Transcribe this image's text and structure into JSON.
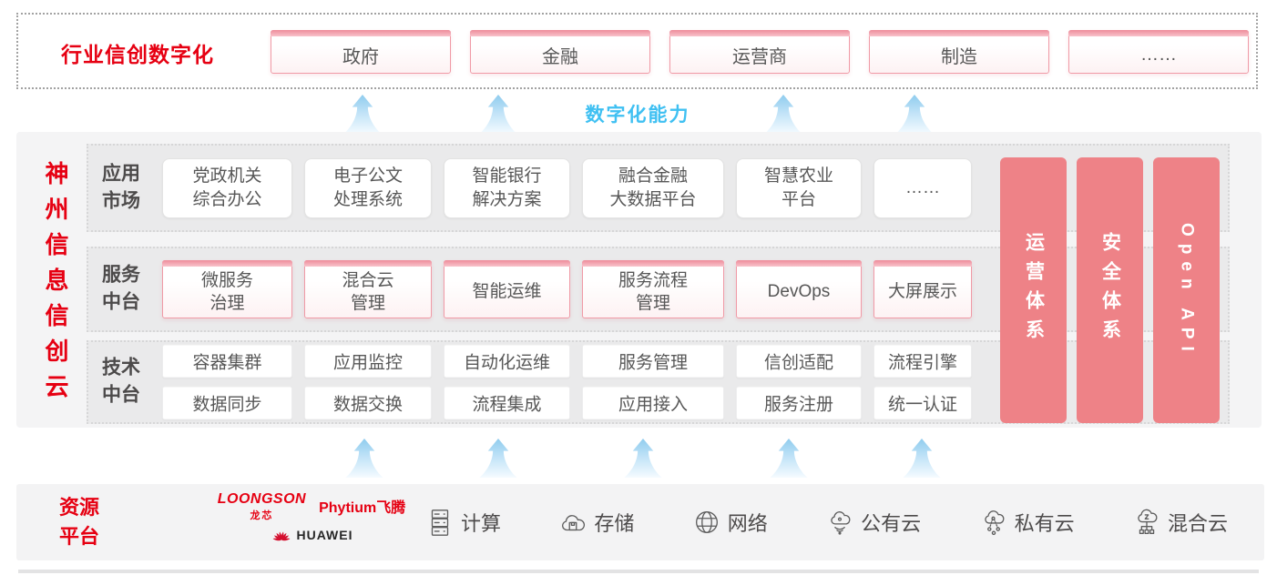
{
  "header": {
    "title": "行业信创数字化",
    "industries": [
      "政府",
      "金融",
      "运营商",
      "制造",
      "……"
    ]
  },
  "capability_label": "数字化能力",
  "platform": {
    "title": "神州信息信创云",
    "app_market": {
      "label": "应用\n市场",
      "items": [
        "党政机关\n综合办公",
        "电子公文\n处理系统",
        "智能银行\n解决方案",
        "融合金融\n大数据平台",
        "智慧农业\n平台",
        "……"
      ]
    },
    "service_platform": {
      "label": "服务\n中台",
      "items": [
        "微服务\n治理",
        "混合云\n管理",
        "智能运维",
        "服务流程\n管理",
        "DevOps",
        "大屏展示"
      ]
    },
    "tech_platform": {
      "label": "技术\n中台",
      "row1": [
        "容器集群",
        "应用监控",
        "自动化运维",
        "服务管理",
        "信创适配",
        "流程引擎"
      ],
      "row2": [
        "数据同步",
        "数据交换",
        "流程集成",
        "应用接入",
        "服务注册",
        "统一认证"
      ]
    },
    "pillars": [
      "运营体系",
      "安全体系",
      "Open API"
    ]
  },
  "resources": {
    "label": "资源\n平台",
    "vendors": {
      "loongson": "LOONGSON",
      "loongson_cn": "龙芯",
      "phytium": "Phytium飞腾",
      "huawei": "HUAWEI"
    },
    "items": [
      {
        "icon": "compute-icon",
        "label": "计算"
      },
      {
        "icon": "storage-icon",
        "label": "存储"
      },
      {
        "icon": "network-icon",
        "label": "网络"
      },
      {
        "icon": "public-cloud-icon",
        "label": "公有云"
      },
      {
        "icon": "private-cloud-icon",
        "label": "私有云"
      },
      {
        "icon": "hybrid-cloud-icon",
        "label": "混合云"
      }
    ]
  },
  "colors": {
    "accent_red": "#e60012",
    "pillar_pink": "#ee8287",
    "capability_blue": "#3fc0f2",
    "arrow_blue": "#9fd2ef"
  }
}
